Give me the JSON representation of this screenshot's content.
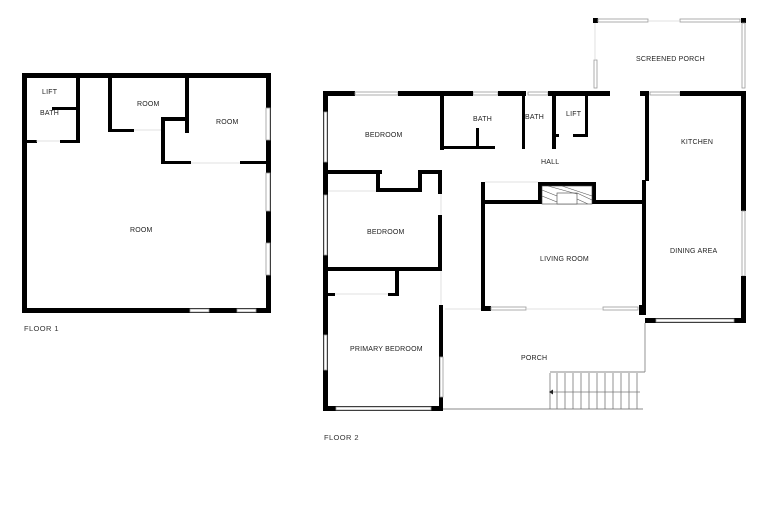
{
  "floorplan": {
    "floor1": {
      "label": "FLOOR 1",
      "rooms": [
        {
          "name": "LIFT"
        },
        {
          "name": "BATH"
        },
        {
          "name": "ROOM"
        },
        {
          "name": "ROOM"
        },
        {
          "name": "ROOM"
        }
      ]
    },
    "floor2": {
      "label": "FLOOR 2",
      "rooms": [
        {
          "name": "SCREENED PORCH"
        },
        {
          "name": "BEDROOM"
        },
        {
          "name": "BATH"
        },
        {
          "name": "BATH"
        },
        {
          "name": "LIFT"
        },
        {
          "name": "KITCHEN"
        },
        {
          "name": "HALL"
        },
        {
          "name": "BEDROOM"
        },
        {
          "name": "LIVING ROOM"
        },
        {
          "name": "DINING AREA"
        },
        {
          "name": "PRIMARY BEDROOM"
        },
        {
          "name": "PORCH"
        }
      ]
    },
    "colors": {
      "wall": "#000000",
      "background": "#ffffff",
      "label": "#222222"
    }
  }
}
